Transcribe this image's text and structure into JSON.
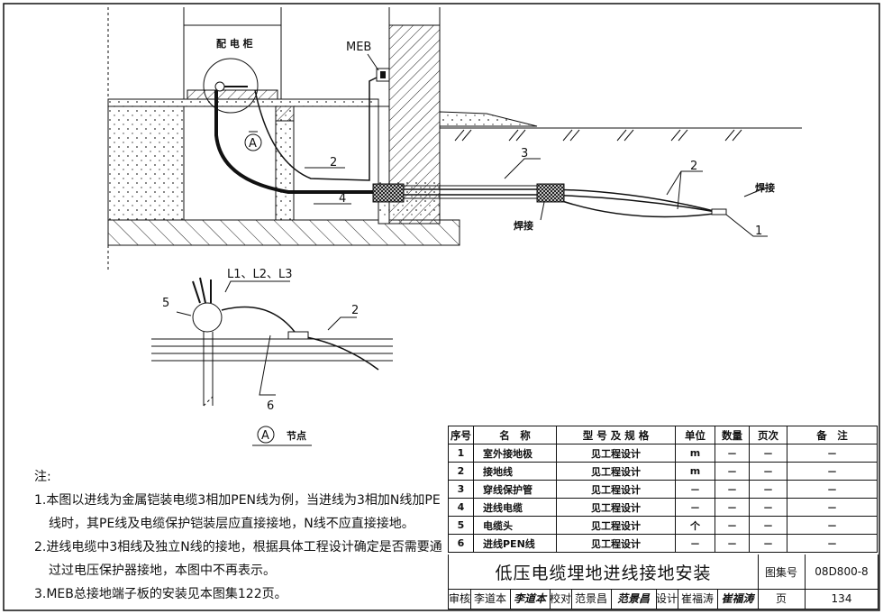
{
  "drawing": {
    "cabinet_label": "配 电 柜",
    "meb_label": "MEB",
    "detail_marker": "A",
    "weld_label_1": "焊接",
    "weld_label_2": "焊接",
    "callouts": {
      "c1": "1",
      "c2a": "2",
      "c2b": "2",
      "c3": "3",
      "c4": "4"
    },
    "detail": {
      "lines_label": "L1、L2、L3",
      "c5": "5",
      "c2": "2",
      "c6": "6",
      "caption_marker": "A",
      "caption": "节点"
    }
  },
  "notes": {
    "title": "注:",
    "items": [
      {
        "line1": "1.本图以进线为金属铠装电缆3相加PEN线为例，当进线为3相加N线加PE",
        "line2": "线时，其PE线及电缆保护铠装层应直接接地，N线不应直接接地。"
      },
      {
        "line1": "2.进线电缆中3相线及独立N线的接地，根据具体工程设计确定是否需要通",
        "line2": "过过电压保护器接地，本图中不再表示。"
      },
      {
        "line1": "3.MEB总接地端子板的安装见本图集122页。",
        "line2": ""
      }
    ]
  },
  "parts_table": {
    "headers": [
      "序号",
      "名　称",
      "型 号 及 规 格",
      "单位",
      "数量",
      "页次",
      "备　注"
    ],
    "rows": [
      [
        "1",
        "室外接地极",
        "见工程设计",
        "m",
        "－",
        "－",
        "－"
      ],
      [
        "2",
        "接地线",
        "见工程设计",
        "m",
        "－",
        "－",
        "－"
      ],
      [
        "3",
        "穿线保护管",
        "见工程设计",
        "－",
        "－",
        "－",
        "－"
      ],
      [
        "4",
        "进线电缆",
        "见工程设计",
        "－",
        "－",
        "－",
        "－"
      ],
      [
        "5",
        "电缆头",
        "见工程设计",
        "个",
        "－",
        "－",
        "－"
      ],
      [
        "6",
        "进线PEN线",
        "见工程设计",
        "－",
        "－",
        "－",
        "－"
      ]
    ]
  },
  "title_block": {
    "title": "低压电缆埋地进线接地安装",
    "atlas_label": "图集号",
    "atlas_no": "08D800-8",
    "review_label": "审核",
    "reviewer": "李道本",
    "reviewer_sig": "李道本",
    "check_label": "校对",
    "checker": "范景昌",
    "checker_sig": "范景昌",
    "design_label": "设计",
    "designer": "崔福涛",
    "designer_sig": "崔福涛",
    "page_label": "页",
    "page_no": "134"
  }
}
